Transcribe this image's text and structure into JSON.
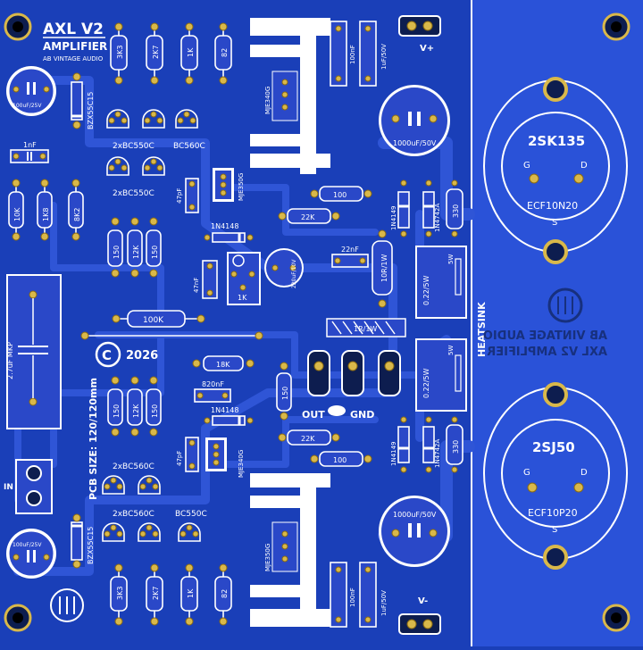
{
  "board": {
    "title": "AXL V2",
    "subtitle": "AMPLIFIER",
    "brand": "AB VINTAGE AUDIO",
    "copyright_year": "2026",
    "pcb_size": "PCB SIZE: 120/120mm",
    "heatsink_label": "HEATSINK",
    "mirror_brand": "AB VINTAGE AUDIO",
    "mirror_subtitle": "AXL V2 AMPLIFIER"
  },
  "connectors": {
    "vplus": "V+",
    "vminus": "V-",
    "out": "OUT",
    "gnd": "GND",
    "in": "IN"
  },
  "transistors": {
    "nmos": {
      "name": "2SK135",
      "g": "G",
      "d": "D",
      "s": "S",
      "alt": "ECF10N20"
    },
    "pmos": {
      "name": "2SJ50",
      "g": "G",
      "d": "D",
      "s": "S",
      "alt": "ECF10P20"
    },
    "driver_top": "MJE340G",
    "driver_top2": "MJE350G",
    "driver_bot": "MJE340G",
    "driver_bot2": "MJE350G",
    "pair_top1": "2xBC550C",
    "pair_top2": "2xBC550C",
    "pair_top3": "BC560C",
    "pair_bot1": "2xBC560C",
    "pair_bot2": "2xBC560C",
    "pair_bot3": "BC550C"
  },
  "components": {
    "r_3k3_top": "3K3",
    "r_2k7_top": "2K7",
    "r_1k_top": "1K",
    "r_82_top": "82",
    "r_3k3_bot": "3K3",
    "r_2k7_bot": "2K7",
    "r_1k_bot": "1K",
    "r_82_bot": "82",
    "r_10k": "10K",
    "r_1k8": "1K8",
    "r_8k2": "8K2",
    "r_150_a": "150",
    "r_12k_a": "12K",
    "r_150_b": "150",
    "r_150_c": "150",
    "r_12k_b": "12K",
    "r_150_d": "150",
    "r_100k": "100K",
    "r_18k": "18K",
    "r_150_e": "150",
    "r_100_top": "100",
    "r_22k_top": "22K",
    "r_100_bot": "100",
    "r_22k_bot": "22K",
    "r_330_top": "330",
    "r_330_bot": "330",
    "r_10r": "10R/1W",
    "r_1r": "1R/1W",
    "r_022_top": "0.22/5W",
    "r_022_bot": "0.22/5W",
    "r_5w_top": "5W",
    "r_5w_bot": "5W",
    "trim_1k": "1K",
    "c_1nf": "1nF",
    "c_100uf_top": "100uF/25V",
    "c_100uf_bot": "100uF/25V",
    "c_1000uf_top": "1000uF/50V",
    "c_1000uf_bot": "1000uF/50V",
    "c_100nf_top": "100nF",
    "c_1uf_top": "1uF/50V",
    "c_100nf_bot": "100nF",
    "c_1uf_bot": "1uF/50V",
    "c_47pf_top": "47pF",
    "c_47pf_bot": "47pF",
    "c_47nf": "47nF",
    "c_22nf": "22nF",
    "c_820nf": "820nF",
    "c_220uf": "220uF/10V",
    "c_27uf": "2.7uF MKP",
    "d_1n4148_top": "1N4148",
    "d_1n4148_bot": "1N4148",
    "d_1n4149_top": "1N4149",
    "d_1n4742_top": "1N4742A",
    "d_1n4149_bot": "1N4149",
    "d_1n4742_bot": "1N4742A",
    "z_top": "BZX55C15",
    "z_bot": "BZX55C15"
  },
  "colors": {
    "board": "#1a3fb8",
    "copper": "#2f55d6",
    "pad": "#d9b84a",
    "silk": "#ffffff"
  }
}
